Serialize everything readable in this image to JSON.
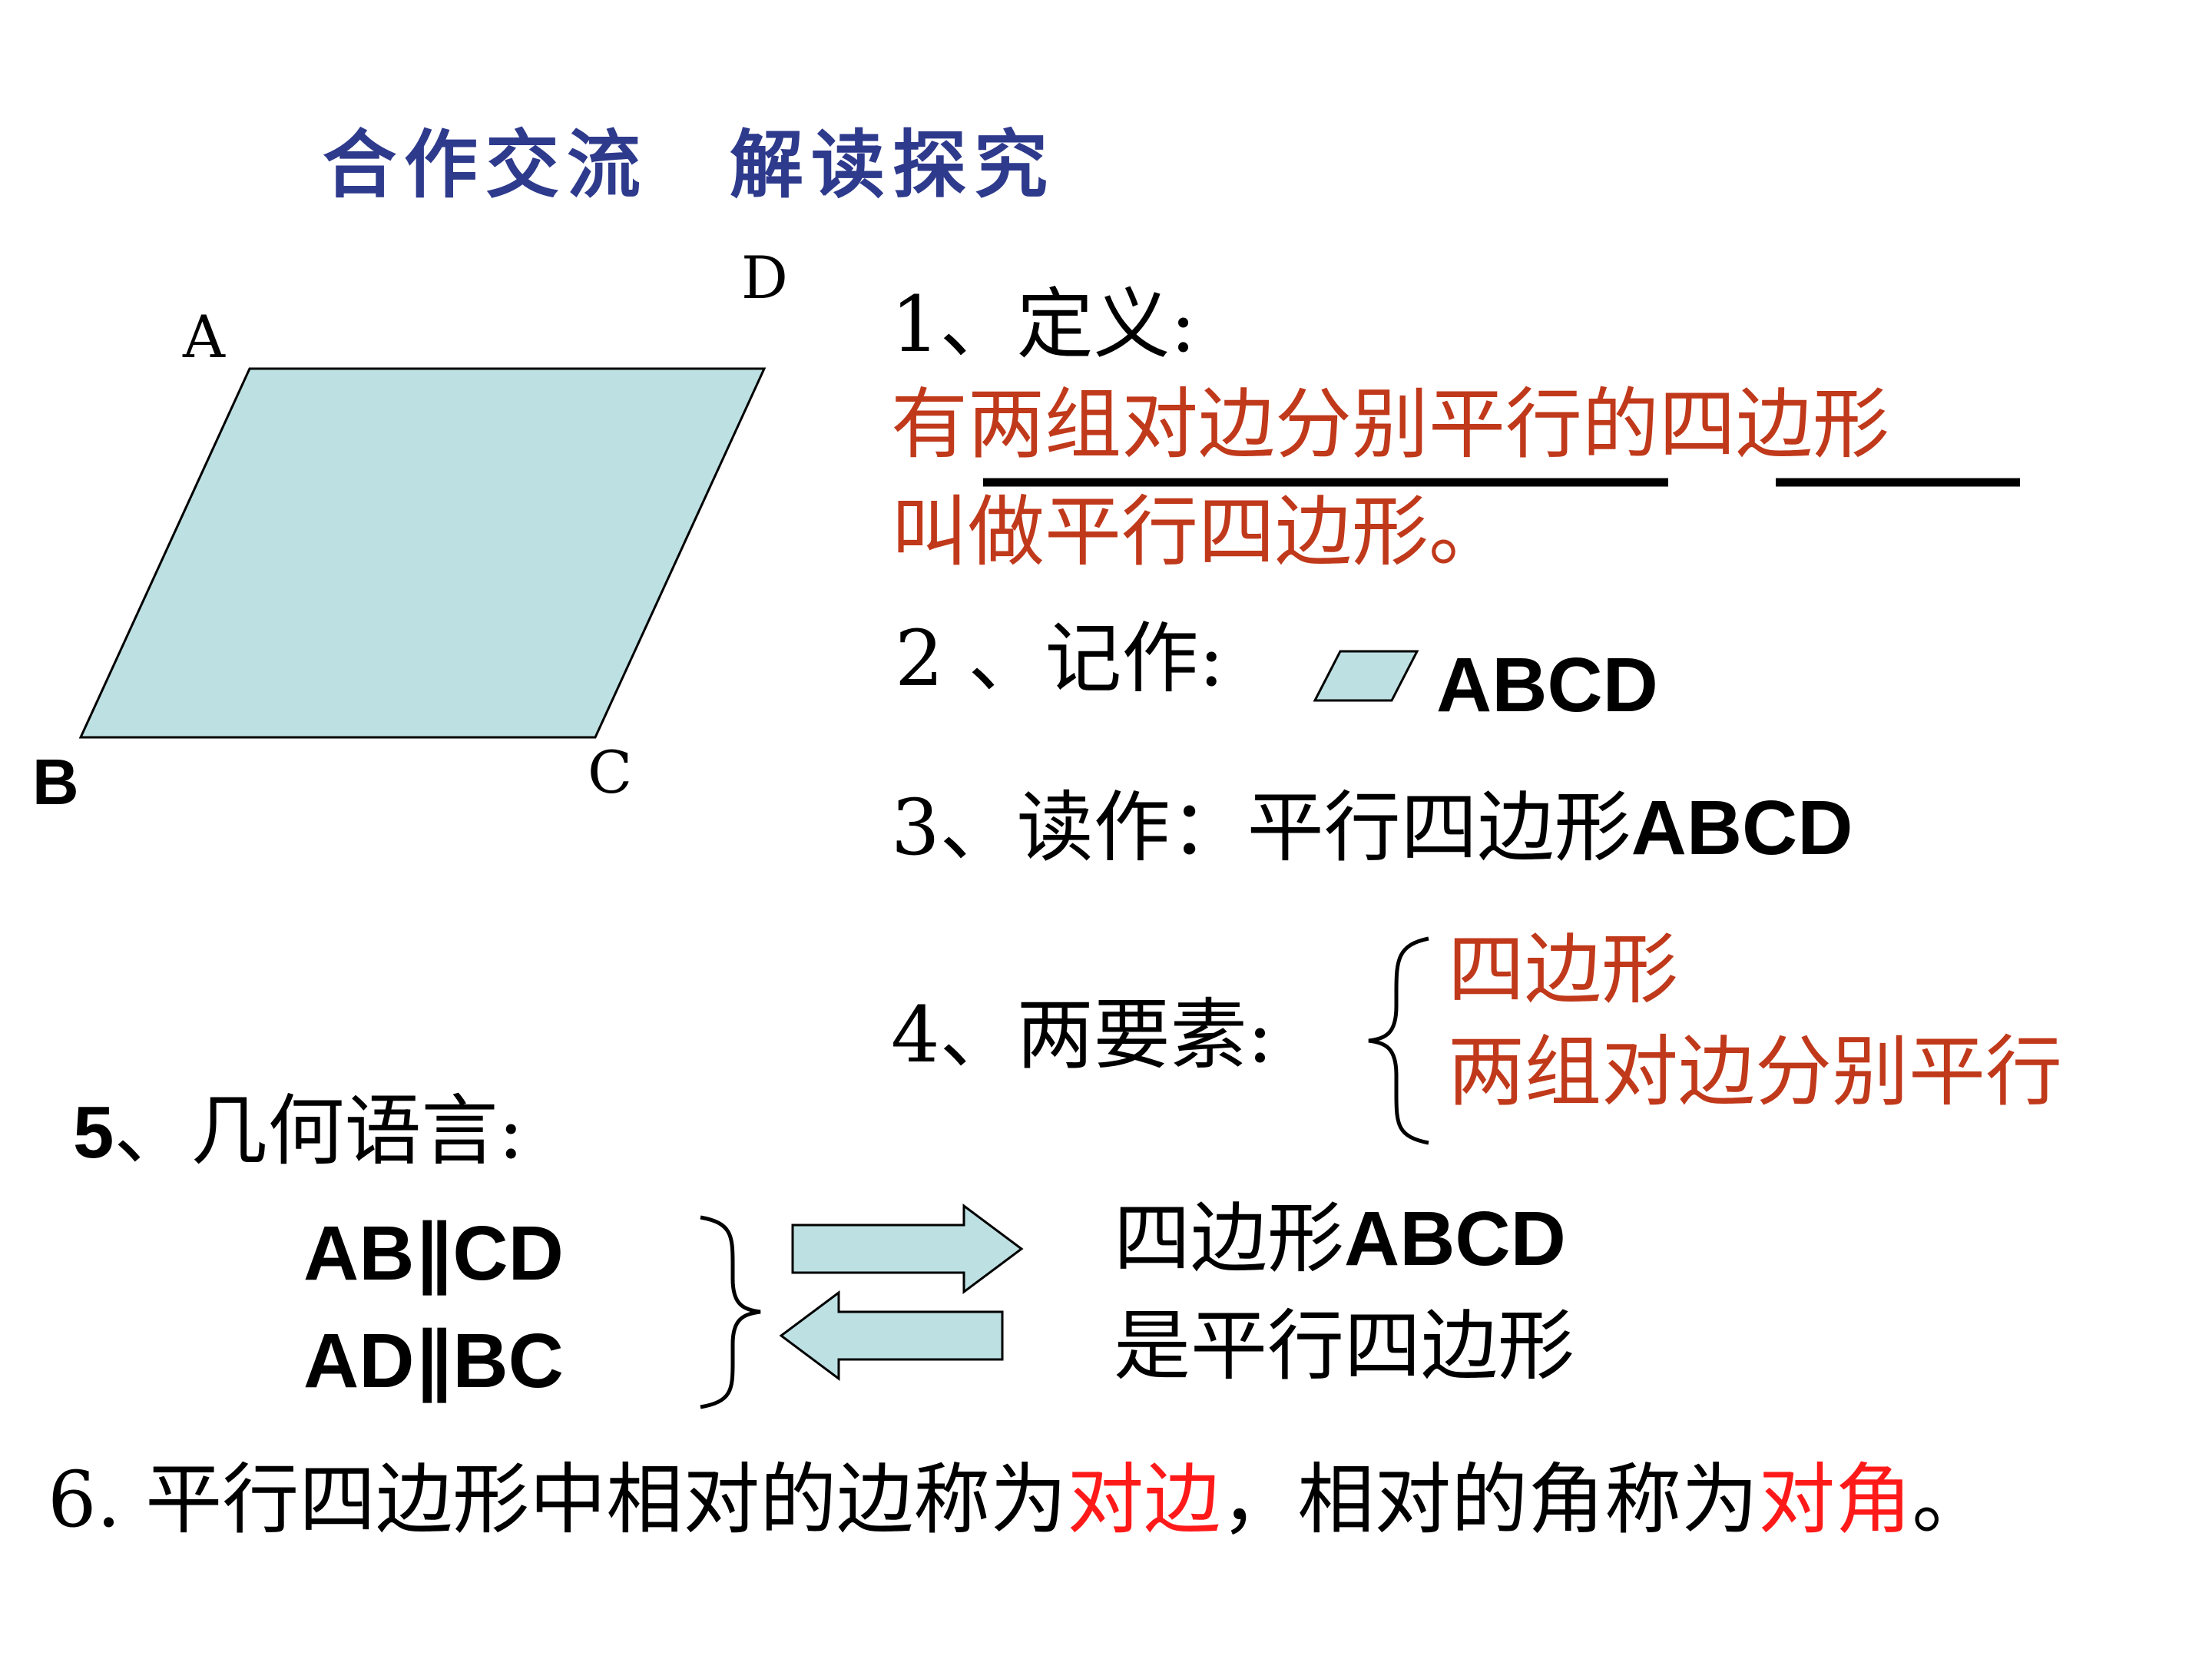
{
  "title": "合作交流　解读探究",
  "figure": {
    "labels": {
      "A": "A",
      "B": "B",
      "C": "C",
      "D": "D"
    },
    "fill": "#bde0e3"
  },
  "items": {
    "i1": {
      "label": "1、定义:",
      "def_line1": "有两组对边分别平行的四边形",
      "def_line2": "叫做平行四边形。"
    },
    "i2": {
      "label": "2 、记作:",
      "notation": "ABCD"
    },
    "i3": {
      "label": "3、读作：",
      "reading_cn": "平行四边形",
      "reading_letters": "ABCD"
    },
    "i4": {
      "label": "4、两要素:",
      "element1": "四边形",
      "element2": "两组对边分别平行"
    },
    "i5": {
      "label_num": "5",
      "label_text": "、几何语言:",
      "cond1": "AB∥CD",
      "cond2": "AD∥BC",
      "concl1_cn": "四边形",
      "concl1_letters": "ABCD",
      "concl2": "是平行四边形"
    },
    "i6": {
      "prefix": "6. 平行四边形中相对的边称为",
      "term1": "对边",
      "middle": "，相对的角称为",
      "term2": "对角",
      "suffix": "。"
    }
  },
  "colors": {
    "title": "#2e3a8c",
    "definition": "#c0391b",
    "highlight": "#ff1a1a",
    "shape_fill": "#bde0e3"
  }
}
